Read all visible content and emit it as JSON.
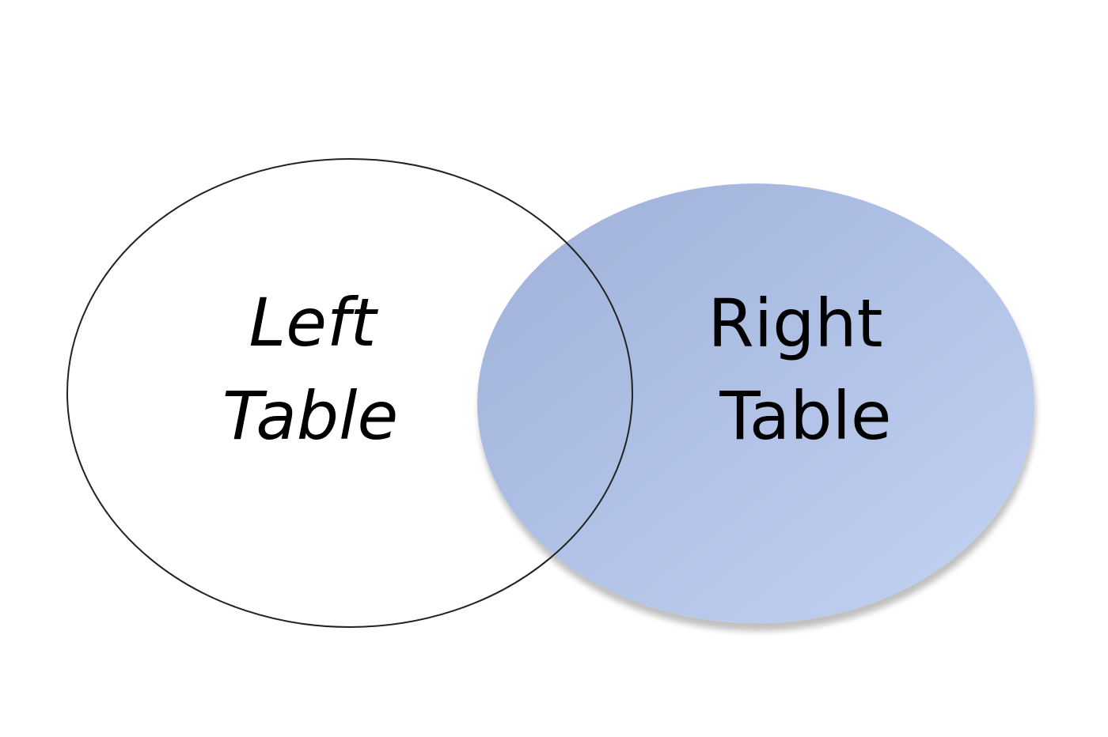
{
  "diagram": {
    "type": "venn",
    "left_set": {
      "line1": "Left",
      "line2": "Table",
      "fill": "#ffffff",
      "stroke": "#222222",
      "italic_text": true
    },
    "right_set": {
      "line1": "Right",
      "line2": "Table",
      "fill_start": "#9eb0d9",
      "fill_end": "#c3d3f3",
      "intersection_fill": "#9aa8d2"
    }
  }
}
